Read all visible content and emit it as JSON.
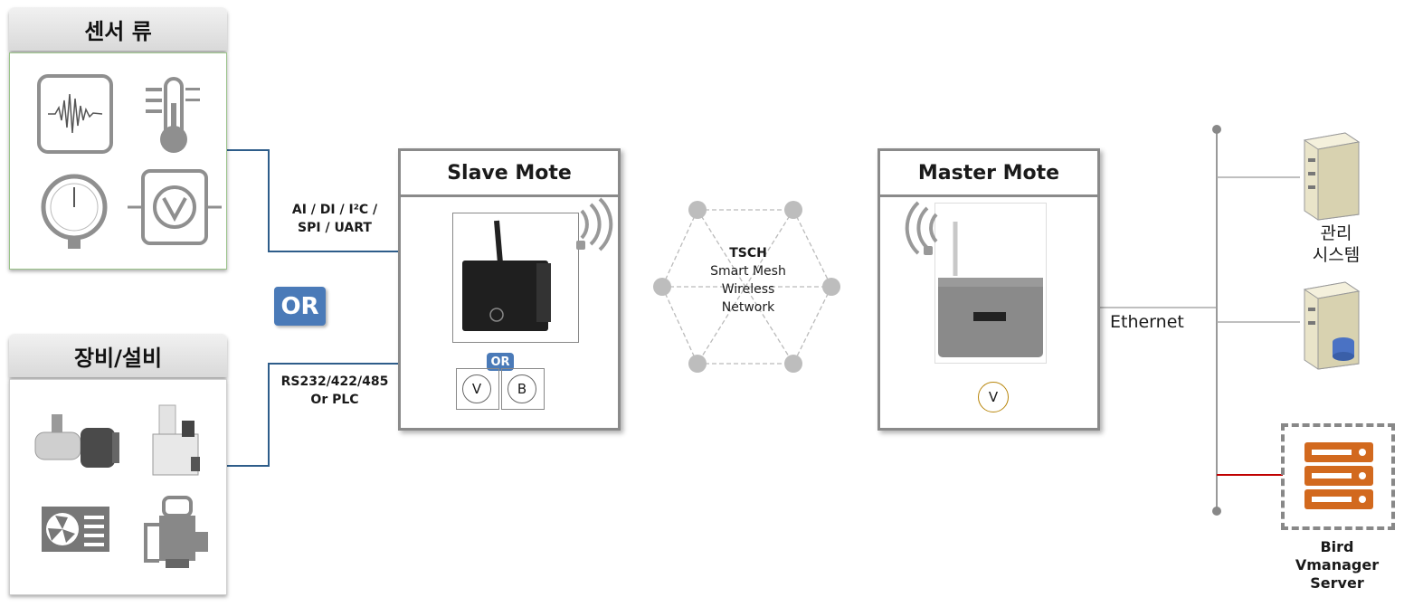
{
  "sensors": {
    "title": "센서 류"
  },
  "equipment": {
    "title": "장비/설비"
  },
  "interfaces": {
    "analog": [
      "AI / DI / I²C /",
      "SPI / UART"
    ],
    "serial": [
      "RS232/422/485",
      "Or PLC"
    ],
    "or_main": "OR",
    "or_small": "OR"
  },
  "slave": {
    "title": "Slave Mote",
    "v": "V",
    "b": "B"
  },
  "mesh": {
    "line1": "TSCH",
    "line2": "Smart Mesh",
    "line3": "Wireless",
    "line4": "Network"
  },
  "master": {
    "title": "Master Mote",
    "v": "V"
  },
  "network": {
    "ethernet": "Ethernet"
  },
  "servers": {
    "management": [
      "관리",
      "시스템"
    ],
    "bird": [
      "Bird",
      "Vmanager",
      "Server"
    ]
  },
  "colors": {
    "line_blue": "#2e5d8a",
    "or_blue": "#4a7ab8",
    "red_link": "#c00000",
    "orange_server": "#d2691e",
    "gold": "#b8860b"
  }
}
